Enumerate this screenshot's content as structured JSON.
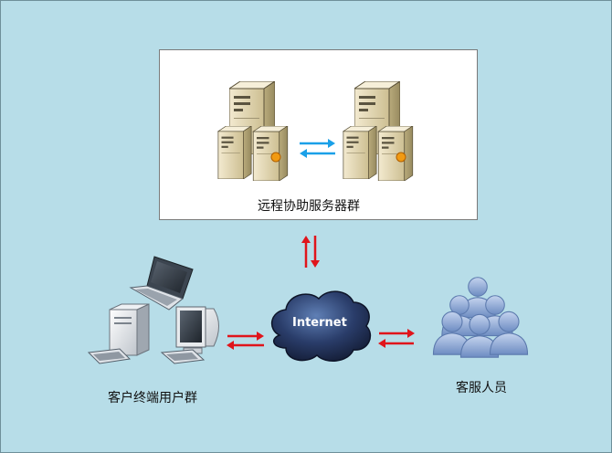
{
  "labels": {
    "server_group": "远程协助服务器群",
    "client_group": "客户终端用户群",
    "internet": "Internet",
    "support_staff": "客服人员"
  },
  "colors": {
    "background": "#b7dde8",
    "cloud": "#1f2f55",
    "link_arrow_red": "#e0141b",
    "sync_arrow_blue": "#1aa0e8",
    "server_beige": "#e4d8b0",
    "people": "#8ea9d6"
  },
  "icons": [
    "server-cluster-icon",
    "laptop-icon",
    "desktop-computer-icon",
    "cloud-icon",
    "people-group-icon"
  ]
}
